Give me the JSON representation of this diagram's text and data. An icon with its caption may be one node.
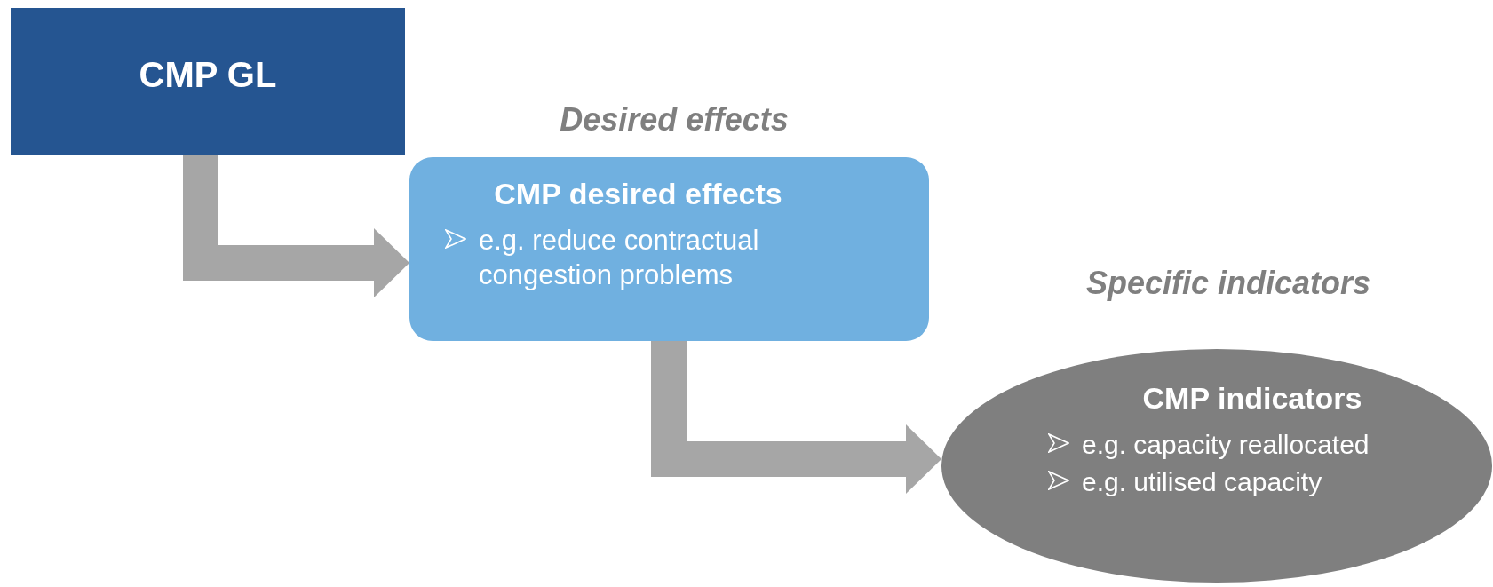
{
  "diagram": {
    "nodes": [
      {
        "text": [
          "CMP GL"
        ]
      },
      {
        "text": [
          "CMP desired effects",
          "e.g. reduce contractual congestion problems"
        ],
        "beside": [
          "Desired effects"
        ]
      },
      {
        "text": [
          "CMP indicators",
          "e.g. capacity reallocated",
          "e.g. utilised capacity"
        ],
        "beside": [
          "Specific indicators"
        ]
      }
    ],
    "edges": [
      {
        "from": 0,
        "to": 1,
        "arrow": "to"
      },
      {
        "from": 1,
        "to": 2,
        "arrow": "to"
      }
    ]
  }
}
